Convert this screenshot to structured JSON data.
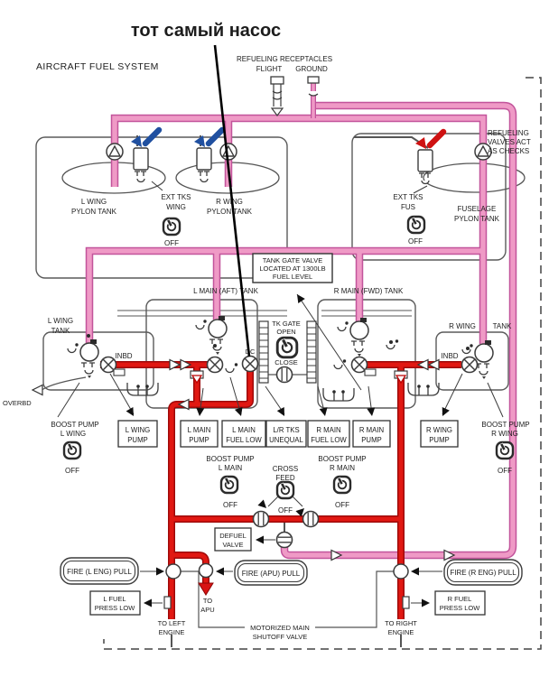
{
  "labels": {
    "annotation": "тот самый насос",
    "title": "AIRCRAFT FUEL SYSTEM",
    "refueling_receptacles": "REFUELING RECEPTACLES",
    "flight": "FLIGHT",
    "ground": "GROUND",
    "refuel_note_1": "REFUELING",
    "refuel_note_2": "VALVES ACT",
    "refuel_note_3": "AS CHECKS",
    "l_pylon_1": "L WING",
    "l_pylon_2": "PYLON TANK",
    "r_pylon_1": "R WING",
    "r_pylon_2": "PYLON TANK",
    "fus_pylon_1": "FUSELAGE",
    "fus_pylon_2": "PYLON TANK",
    "ext_wing_1": "EXT TKS",
    "ext_wing_2": "WING",
    "ext_fus_1": "EXT TKS",
    "ext_fus_2": "FUS",
    "off": "OFF",
    "gate_note_1": "TANK GATE VALVE",
    "gate_note_2": "LOCATED AT 1300LB",
    "gate_note_3": "FUEL LEVEL",
    "l_main_tank": "L MAIN  (AFT) TANK",
    "r_main_tank": "R MAIN  (FWD) TANK",
    "tk_gate_1": "TK GATE",
    "tk_gate_2": "OPEN",
    "tk_gate_3": "CLOSE",
    "l_wing_tank_1": "L WING",
    "l_wing_tank_2": "TANK",
    "r_wing_tank_1": "R WING",
    "r_wing_tank_2": "TANK",
    "inbd": "INBD",
    "overbd": "OVERBD",
    "dc": "DC",
    "boost_pump": "BOOST PUMP",
    "bp_l_wing": "L WING",
    "bp_l_main": "L MAIN",
    "bp_r_main": "R MAIN",
    "bp_r_wing": "R WING",
    "cross_1": "CROSS",
    "cross_2": "FEED",
    "defuel_1": "DEFUEL",
    "defuel_2": "VALVE",
    "fire_l": "FIRE (L ENG) PULL",
    "fire_apu": "FIRE (APU) PULL",
    "fire_r": "FIRE (R ENG) PULL",
    "l_press_1": "L FUEL",
    "l_press_2": "PRESS LOW",
    "r_press_1": "R FUEL",
    "r_press_2": "PRESS LOW",
    "to_1": "TO",
    "to_2": "APU",
    "to_left_1": "TO LEFT",
    "to_left_2": "ENGINE",
    "to_right_1": "TO RIGHT",
    "to_right_2": "ENGINE",
    "motorized_1": "MOTORIZED MAIN",
    "motorized_2": "SHUTOFF VALVE"
  },
  "annunciators": [
    {
      "line1": "L WING",
      "line2": "PUMP"
    },
    {
      "line1": "L MAIN",
      "line2": "PUMP"
    },
    {
      "line1": "L MAIN",
      "line2": "FUEL LOW"
    },
    {
      "line1": "L/R TKS",
      "line2": "UNEQUAL"
    },
    {
      "line1": "R MAIN",
      "line2": "FUEL LOW"
    },
    {
      "line1": "R MAIN",
      "line2": "PUMP"
    },
    {
      "line1": "R WING",
      "line2": "PUMP"
    }
  ],
  "colors": {
    "refuel_line_pink": "#ef9ac6",
    "refuel_line_edge": "#c2549b",
    "pressure_line_red": "#e11812",
    "pressure_line_edge": "#9e0a0a",
    "wing_valve_blue": "#2050a0",
    "fus_valve_red": "#cf1212",
    "diagram_line_gray": "#444444",
    "text": "#1c1c1c"
  }
}
